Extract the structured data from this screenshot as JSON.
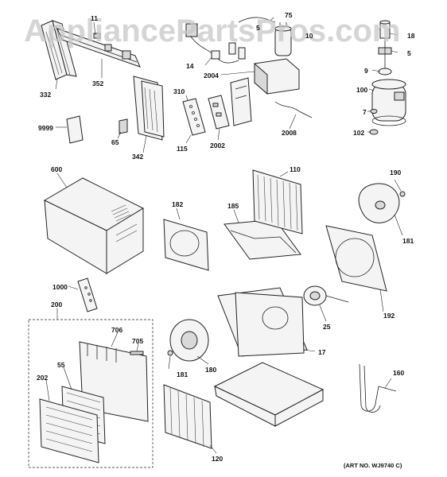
{
  "watermark": "AppliancePartsPros.com",
  "art_number": "(ART NO. WJ9740 C)",
  "part_labels": {
    "p11": "11",
    "p75": "75",
    "p5a": "5",
    "p10": "10",
    "p18": "18",
    "p5b": "5",
    "p352": "352",
    "p332": "332",
    "p14": "14",
    "p2004": "2004",
    "p9": "9",
    "p100": "100",
    "p310": "310",
    "p7": "7",
    "p102": "102",
    "p9999": "9999",
    "p65": "65",
    "p342": "342",
    "p115": "115",
    "p2002": "2002",
    "p2008": "2008",
    "p600": "600",
    "p110": "110",
    "p190": "190",
    "p182": "182",
    "p185": "185",
    "p181a": "181",
    "p1000": "1000",
    "p192": "192",
    "p200": "200",
    "p25": "25",
    "p706": "706",
    "p705": "705",
    "p55": "55",
    "p17": "17",
    "p181b": "181",
    "p180": "180",
    "p202": "202",
    "p160": "160",
    "p120": "120"
  }
}
